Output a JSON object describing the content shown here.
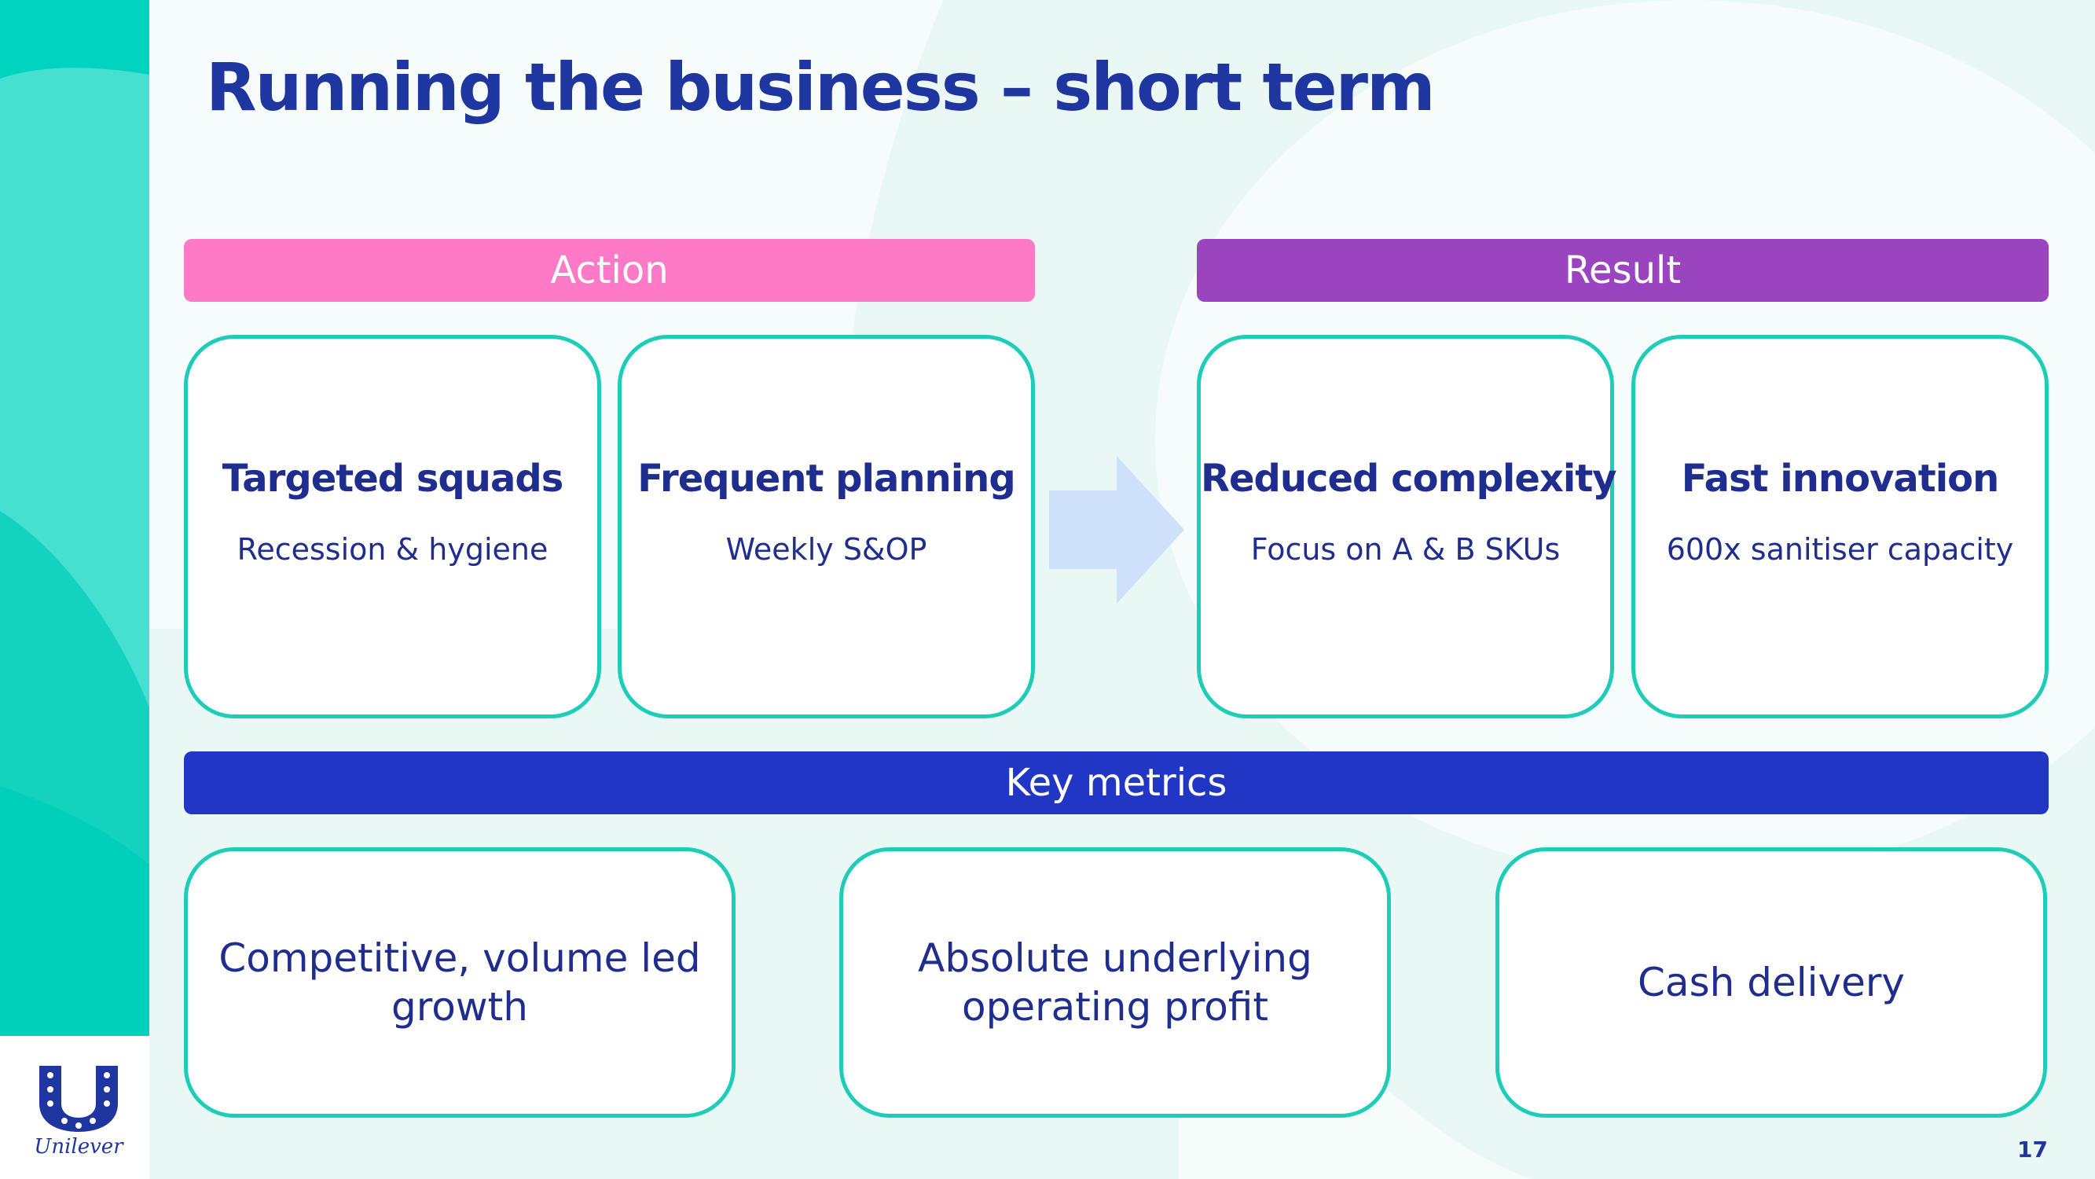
{
  "slide": {
    "title": "Running the business – short term",
    "page_number": "17"
  },
  "action": {
    "header": "Action",
    "cards": [
      {
        "title": "Targeted squads",
        "subtitle": "Recession & hygiene"
      },
      {
        "title": "Frequent planning",
        "subtitle": "Weekly S&OP"
      }
    ]
  },
  "result": {
    "header": "Result",
    "cards": [
      {
        "title": "Reduced complexity",
        "subtitle": "Focus on A & B SKUs"
      },
      {
        "title": "Fast innovation",
        "subtitle": "600x sanitiser capacity"
      }
    ]
  },
  "metrics": {
    "header": "Key metrics",
    "items": [
      "Competitive, volume led growth",
      "Absolute underlying operating profit",
      "Cash delivery"
    ]
  },
  "brand": {
    "logo_text": "Unilever",
    "logo_icon": "unilever-u-icon",
    "arrow_icon": "right-arrow-icon"
  },
  "colors": {
    "title": "#1f36a0",
    "action_bar": "#ff7ac6",
    "result_bar": "#9a44c0",
    "metrics_bar": "#2236c6",
    "card_border": "#1ecdb8",
    "teal_band": "#00d4bf",
    "background_tint": "#eaf8f5",
    "arrow": "#cfe0fb"
  }
}
